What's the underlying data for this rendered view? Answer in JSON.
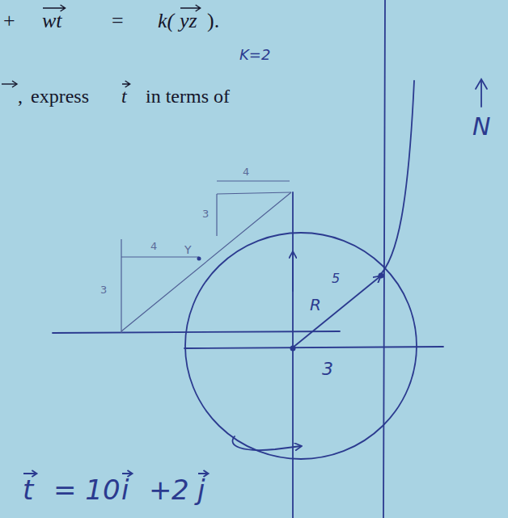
{
  "diagram": {
    "labels": [
      "+",
      "wt",
      "=",
      "k(",
      "yz",
      ").",
      "K=2",
      ",",
      "express",
      "t",
      "in terms of",
      "N",
      "4",
      "3",
      "4",
      "Y",
      "3",
      "R",
      "5",
      "3",
      "t",
      "= 10",
      "i",
      "+",
      "2",
      "j"
    ]
  }
}
